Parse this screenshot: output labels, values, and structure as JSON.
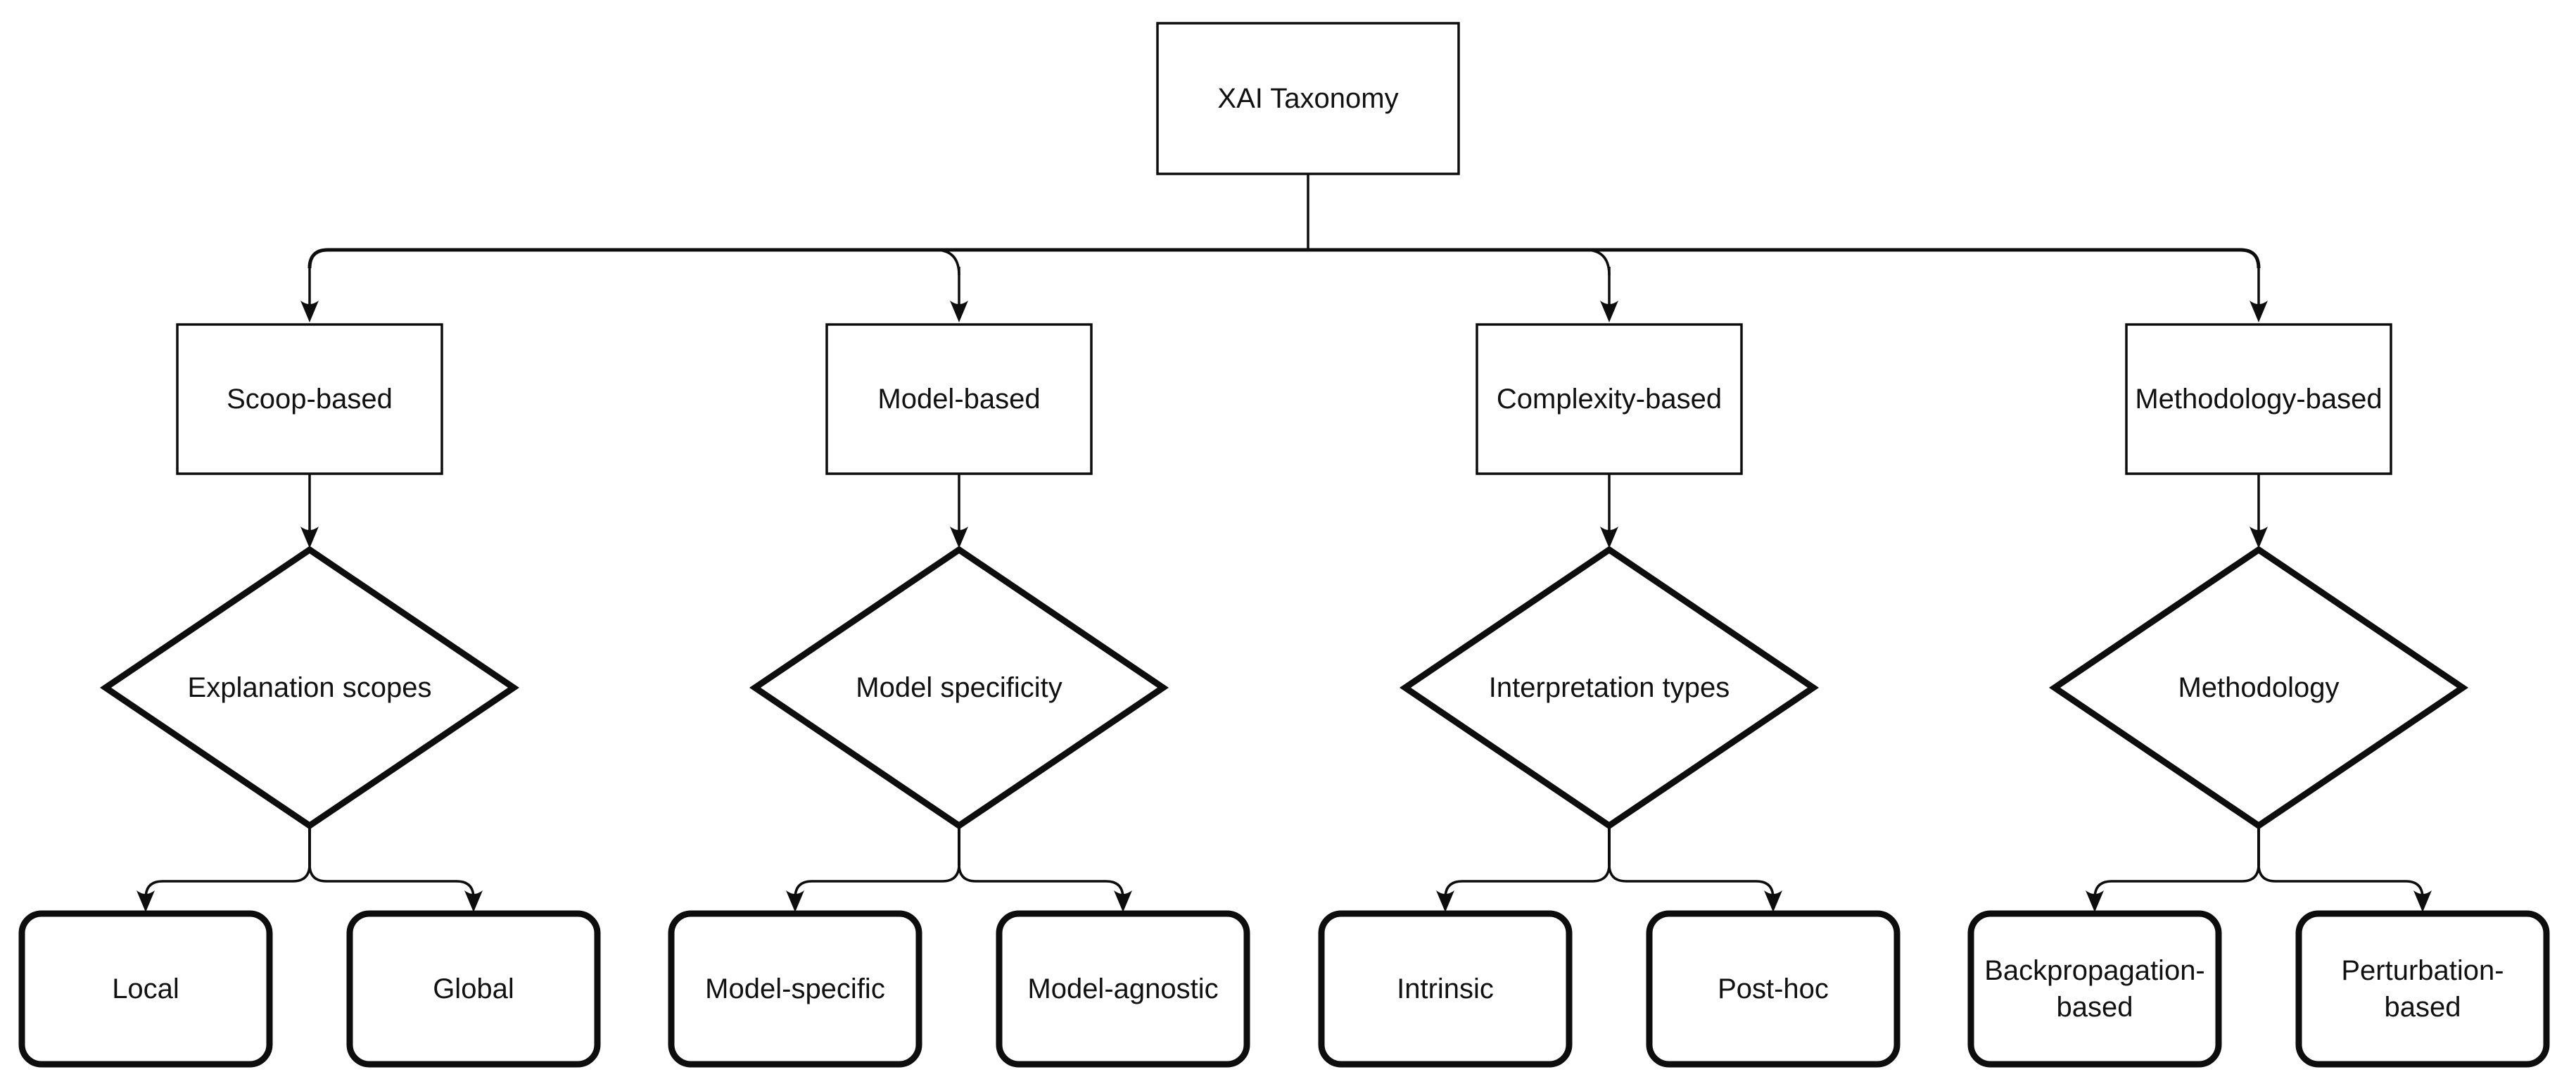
{
  "figure": {
    "type": "flowchart",
    "background_color": "#ffffff",
    "node_fill_color": "#ffffff",
    "line_color": "#0d0d0d",
    "text_color": "#111111",
    "root": {
      "label": "XAI Taxonomy"
    },
    "branches": [
      {
        "category": {
          "label": "Scoop-based"
        },
        "decision": {
          "label": "Explanation scopes"
        },
        "leaves": [
          {
            "label": "Local"
          },
          {
            "label": "Global"
          }
        ]
      },
      {
        "category": {
          "label": "Model-based"
        },
        "decision": {
          "label": "Model specificity"
        },
        "leaves": [
          {
            "label": "Model-specific"
          },
          {
            "label": "Model-agnostic"
          }
        ]
      },
      {
        "category": {
          "label": "Complexity-based"
        },
        "decision": {
          "label": "Interpretation types"
        },
        "leaves": [
          {
            "label": "Intrinsic"
          },
          {
            "label": "Post-hoc"
          }
        ]
      },
      {
        "category": {
          "label": "Methodology-based"
        },
        "decision": {
          "label": "Methodology"
        },
        "leaves": [
          {
            "label": "Backpropagation-based",
            "label_lines": [
              "Backpropagation-",
              "based"
            ]
          },
          {
            "label": "Perturbation-based",
            "label_lines": [
              "Perturbation-",
              "based"
            ]
          }
        ]
      }
    ]
  }
}
